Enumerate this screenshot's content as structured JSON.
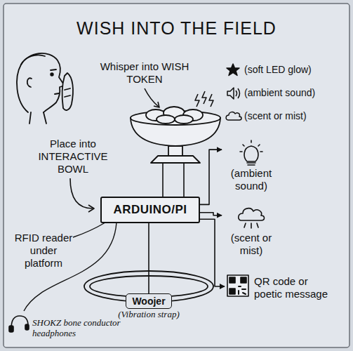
{
  "diagram": {
    "title": "WISH INTO THE FIELD",
    "nodes": [
      {
        "text": [
          "ARDUINO/PI"
        ]
      },
      {
        "text": [
          "(ambient sound)"
        ]
      },
      {
        "text": [
          "(scent or mist)"
        ]
      },
      {
        "text": [
          "QR code or poetic message"
        ]
      },
      {
        "text": [
          "Woojer",
          "(Vibration strap)"
        ]
      }
    ],
    "edges": [
      {
        "from": 0,
        "to": 1,
        "arrow": "to"
      },
      {
        "from": 0,
        "to": 2,
        "arrow": "to"
      },
      {
        "from": 0,
        "to": 3,
        "arrow": "to"
      },
      {
        "from": 0,
        "to": 4,
        "arrow": "none"
      }
    ],
    "labels": [
      "Whisper into WISH TOKEN",
      "Place into INTERACTIVE BOWL",
      "RFID reader under platform",
      "SHOKZ bone conductor headphones"
    ],
    "legend": [
      {
        "text": "(soft LED glow)"
      },
      {
        "text": "(ambient sound)"
      },
      {
        "text": "(scent or mist)"
      }
    ]
  }
}
